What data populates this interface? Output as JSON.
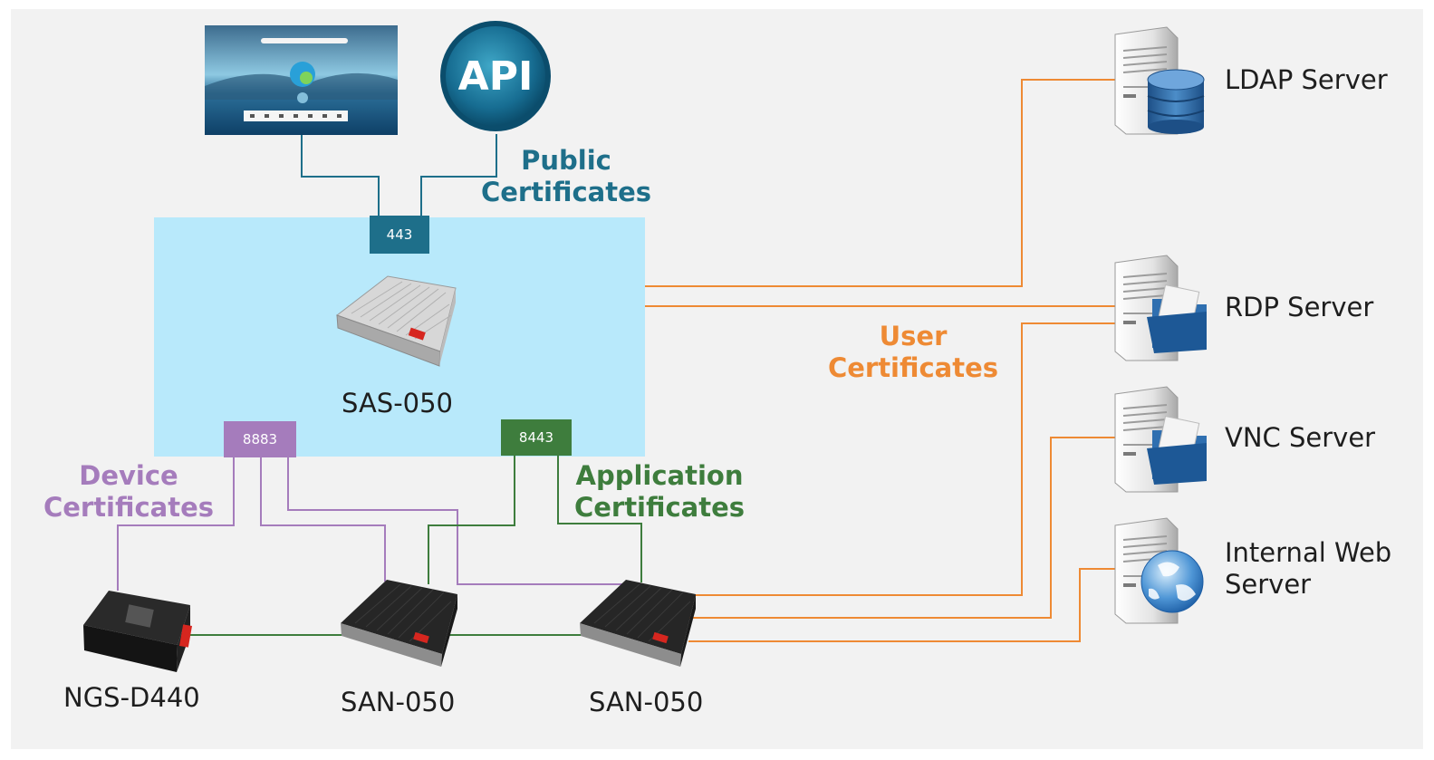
{
  "colors": {
    "background": "#f2f2f2",
    "sas_zone": "#b8e9fb",
    "public": "#1e6f8a",
    "user": "#ee8a34",
    "device": "#a57cbc",
    "application": "#3e7d3d"
  },
  "api_badge": {
    "text": "API"
  },
  "ports": {
    "https": "443",
    "device": "8883",
    "application": "8443"
  },
  "groups": {
    "public": {
      "line1": "Public",
      "line2": "Certificates"
    },
    "user": {
      "line1": "User",
      "line2": "Certificates"
    },
    "device": {
      "line1": "Device",
      "line2": "Certificates"
    },
    "application": {
      "line1": "Application",
      "line2": "Certificates"
    }
  },
  "devices": {
    "sas": "SAS-050",
    "ngs": "NGS-D440",
    "san1": "SAN-050",
    "san2": "SAN-050"
  },
  "servers": {
    "ldap": "LDAP Server",
    "rdp": "RDP Server",
    "vnc": "VNC Server",
    "web_line1": "Internal Web",
    "web_line2": "Server"
  }
}
